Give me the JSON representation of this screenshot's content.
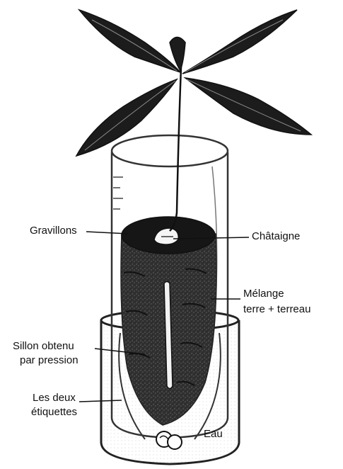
{
  "figure": {
    "labels": {
      "gravillons": "Gravillons",
      "chataigne": "Châtaigne",
      "melange_line1": "Mélange",
      "melange_line2": "terre + terreau",
      "sillon_line1": "Sillon obtenu",
      "sillon_line2": "par pression",
      "etiquettes_line1": "Les deux",
      "etiquettes_line2": "étiquettes",
      "eau": "Eau"
    },
    "colors": {
      "ink": "#111111",
      "soil": "#2a2a2a",
      "gravel_top": "#1a1a1a",
      "glass": "#444444",
      "leaf": "#1c1c1c"
    },
    "parts": [
      "leaves-icon",
      "stem",
      "glass-tube",
      "soil-mass",
      "gravel-layer",
      "chestnut-seed",
      "groove",
      "water-jar",
      "label-tags"
    ]
  }
}
